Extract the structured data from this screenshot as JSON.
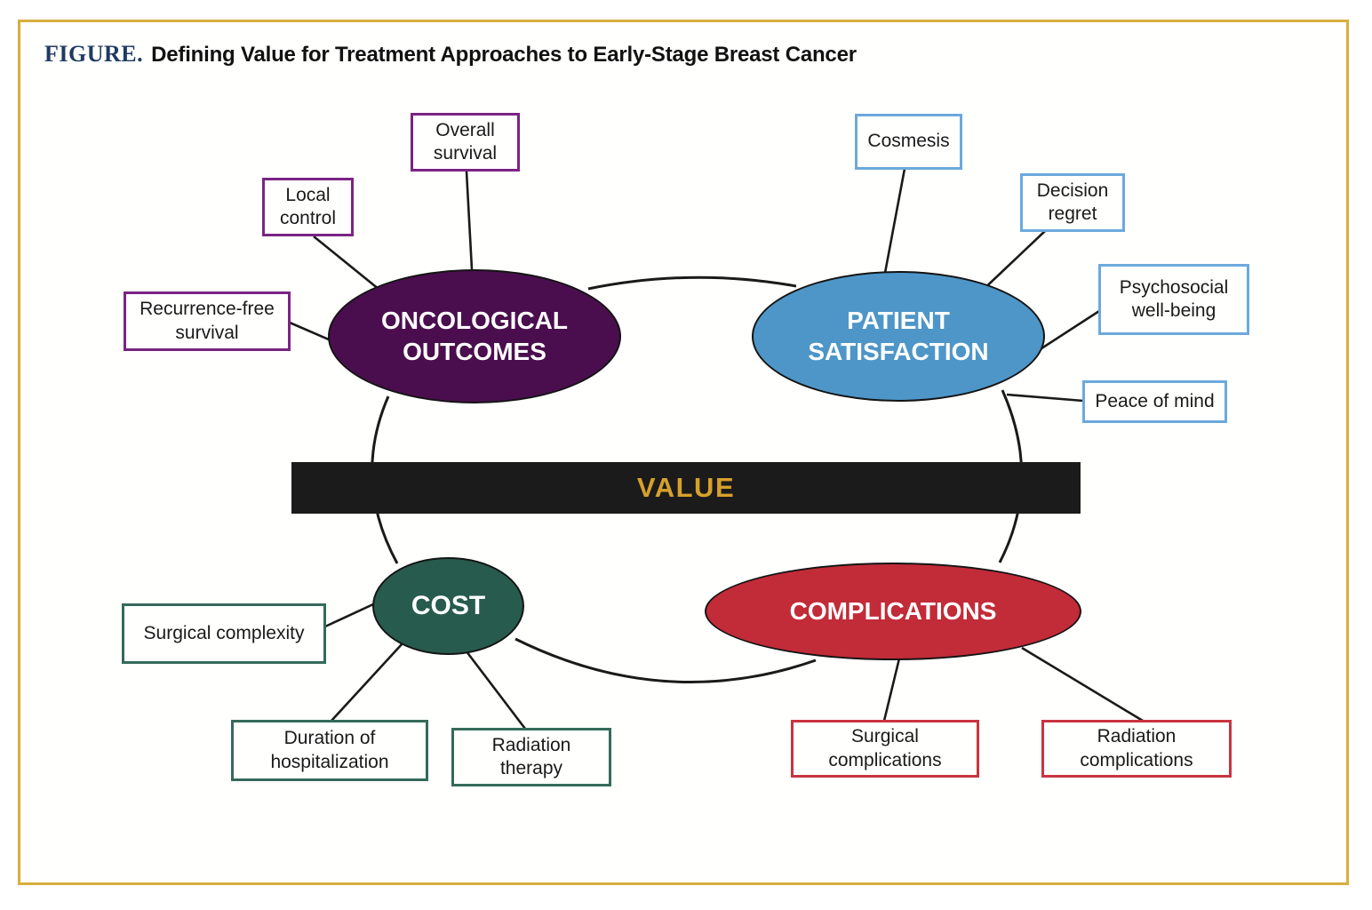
{
  "title": {
    "figure_label": "FIGURE.",
    "text": "Defining Value for Treatment Approaches to Early-Stage Breast Cancer"
  },
  "value_bar": {
    "label": "VALUE"
  },
  "nodes": {
    "oncological": {
      "label": "ONCOLOGICAL\nOUTCOMES"
    },
    "satisfaction": {
      "label": "PATIENT\nSATISFACTION"
    },
    "cost": {
      "label": "COST"
    },
    "complications": {
      "label": "COMPLICATIONS"
    }
  },
  "factors": {
    "overall_survival": {
      "label": "Overall\nsurvival",
      "group": "oncological_outcomes"
    },
    "local_control": {
      "label": "Local\ncontrol",
      "group": "oncological_outcomes"
    },
    "recurrence_free_survival": {
      "label": "Recurrence-free\nsurvival",
      "group": "oncological_outcomes"
    },
    "cosmesis": {
      "label": "Cosmesis",
      "group": "patient_satisfaction"
    },
    "decision_regret": {
      "label": "Decision\nregret",
      "group": "patient_satisfaction"
    },
    "psychosocial_well_being": {
      "label": "Psychosocial\nwell-being",
      "group": "patient_satisfaction"
    },
    "peace_of_mind": {
      "label": "Peace of mind",
      "group": "patient_satisfaction"
    },
    "surgical_complexity": {
      "label": "Surgical complexity",
      "group": "cost"
    },
    "duration_of_hospitalization": {
      "label": "Duration of\nhospitalization",
      "group": "cost"
    },
    "radiation_therapy": {
      "label": "Radiation\ntherapy",
      "group": "cost"
    },
    "surgical_complications": {
      "label": "Surgical\ncomplications",
      "group": "complications"
    },
    "radiation_complications": {
      "label": "Radiation\ncomplications",
      "group": "complications"
    }
  },
  "colors": {
    "frame_gold": "#d8ae3f",
    "title_navy": "#1f3a63",
    "oncological_purple": "#4a0e4e",
    "oncological_box_border": "#7b2483",
    "satisfaction_blue": "#4e96c8",
    "satisfaction_box_border": "#6ca9dc",
    "cost_green": "#275b4d",
    "cost_box_border": "#356a5b",
    "complications_red": "#c22b38",
    "complications_box_border": "#c9343f",
    "value_gold": "#d6a12b",
    "value_bar_black": "#1b1b1b"
  }
}
